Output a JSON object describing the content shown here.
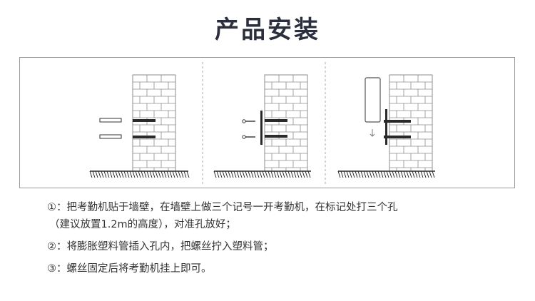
{
  "title": "产品安装",
  "steps": [
    {
      "marker": "①：",
      "lines": [
        "把考勤机贴于墙壁，在墙壁上做三个记号一开考勤机，在标记处打三个孔",
        "（建议放置1.2m的高度），对准孔放好；"
      ]
    },
    {
      "marker": "②：",
      "lines": [
        "将膨胀塑料管插入孔内，把螺丝拧入塑料管；"
      ]
    },
    {
      "marker": "③：",
      "lines": [
        "螺丝固定后将考勤机挂上即可。"
      ]
    }
  ],
  "colors": {
    "title": "#2b2f3d",
    "text": "#333333",
    "border": "#9a9a9a",
    "brick_line": "#8c8c8c",
    "dark": "#2a2a2a"
  },
  "icons": {
    "arrow": "arrow-down-icon"
  }
}
